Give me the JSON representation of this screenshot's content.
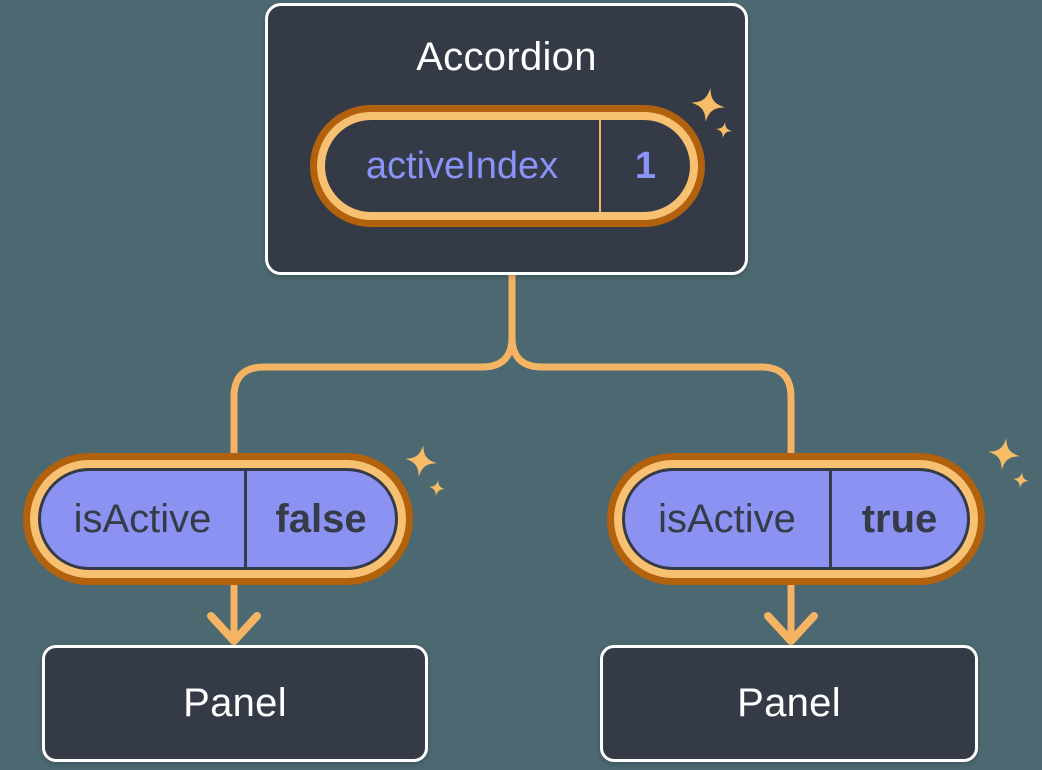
{
  "diagram": {
    "description": "React state tree: Accordion parent holding state, passing props to two Panel children",
    "root": {
      "title": "Accordion",
      "state_label": "activeIndex",
      "state_value": "1"
    },
    "children": [
      {
        "prop_label": "isActive",
        "prop_value": "false",
        "child_label": "Panel"
      },
      {
        "prop_label": "isActive",
        "prop_value": "true",
        "child_label": "Panel"
      }
    ]
  },
  "icons": {
    "sparkle": "sparkle-icon",
    "arrow": "arrow-down-icon"
  },
  "colors": {
    "background": "#4C6870",
    "node_fill": "#343A46",
    "node_border": "#FFFFFF",
    "state_text": "#8A93F8",
    "prop_pill_fill": "#8C92F2",
    "prop_pill_text": "#353B47",
    "line_orange": "#F4B463",
    "ring_light_orange": "#F8C172",
    "ring_dark_orange": "#B2610D",
    "sparkle_orange": "#F6BC66"
  }
}
